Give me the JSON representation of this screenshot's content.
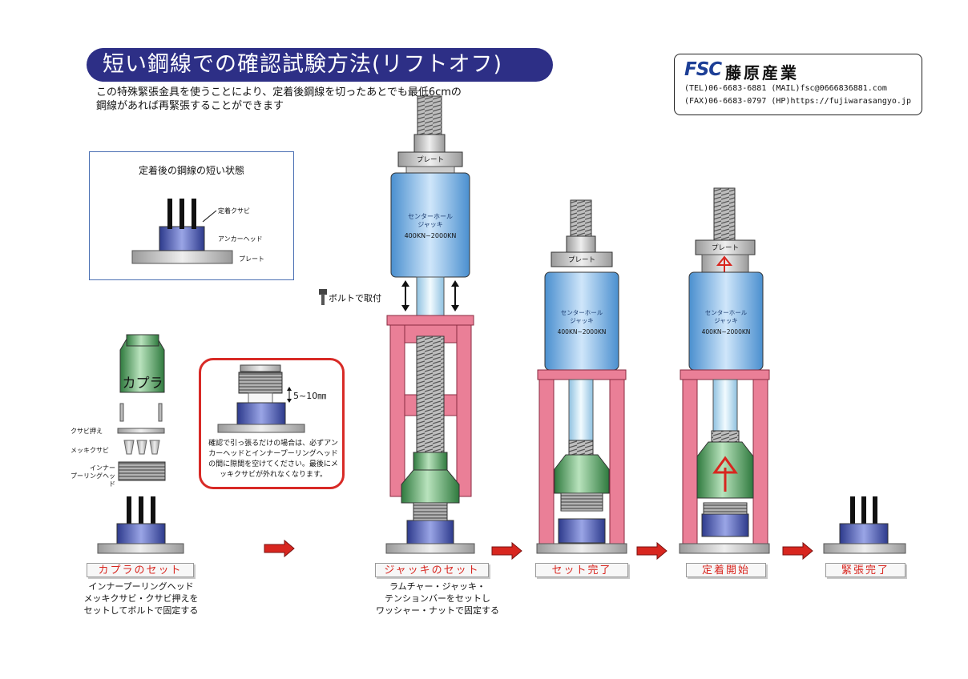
{
  "title": "短い鋼線での確認試験方法(リフトオフ)",
  "intro": [
    "この特殊緊張金具を使うことにより、定着後鋼線を切ったあとでも最低6cmの",
    "鋼線があれば再緊張することができます"
  ],
  "company": {
    "logo_mark": "FSC",
    "name": "藤原産業",
    "contact_line1": "(TEL)06-6683-6881  (MAIL)fsc@0666836881.com",
    "contact_line2": "(FAX)06-6683-0797  (HP)https://fujiwarasangyo.jp"
  },
  "inset": {
    "title": "定着後の鋼線の短い状態",
    "wedge_label": "定着クサビ",
    "anchor_label": "アンカーヘッド",
    "plate_label": "プレート"
  },
  "parts": {
    "coupler": "カプラ",
    "wedge_holder": "クサビ押え",
    "plated_wedge": "メッキクサビ",
    "inner_ring_head_1": "インナー",
    "inner_ring_head_2": "プーリングヘッド"
  },
  "warning": {
    "gap_label": "5~10㎜",
    "text": "確認で引っ張るだけの場合は、必ずアンカーヘッドとインナープーリングヘッドの間に隙間を空けてください。最後にメッキクサビが外れなくなります。"
  },
  "bolt_label": "ボルトで取付",
  "jack": {
    "plate": "プレート",
    "line1": "センターホール",
    "line2": "ジャッキ",
    "capacity": "400KN~2000KN"
  },
  "steps": [
    {
      "label": "カプラのセット",
      "desc": [
        "インナープーリングヘッド",
        "メッキクサビ・クサビ押えを",
        "セットしてボルトで固定する"
      ]
    },
    {
      "label": "ジャッキのセット",
      "desc": [
        "ラムチャー・ジャッキ・",
        "テンションバーをセットし",
        "ワッシャー・ナットで固定する"
      ]
    },
    {
      "label": "セット完了",
      "desc": []
    },
    {
      "label": "定着開始",
      "desc": []
    },
    {
      "label": "緊張完了",
      "desc": []
    }
  ],
  "colors": {
    "title_bg": "#2d2f86",
    "accent_red": "#d8261f",
    "frame_pink": "#ea7f97",
    "jack_blue": "#7cb6e6",
    "coupler_green": "#6fb27a",
    "anchor_blue": "#4b56a8"
  }
}
